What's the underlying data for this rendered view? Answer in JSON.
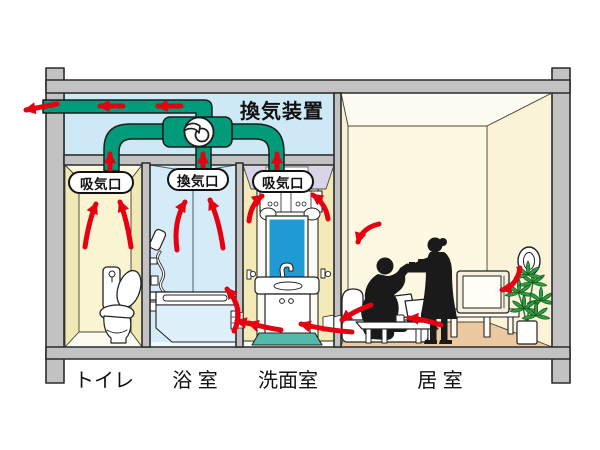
{
  "diagram": {
    "device_label": "換気装置",
    "vent_labels": {
      "toilet": "吸気口",
      "bathroom": "換気口",
      "washroom": "吸気口"
    },
    "room_labels": {
      "toilet": "トイレ",
      "bathroom": "浴 室",
      "washroom": "洗面室",
      "living": "居 室"
    }
  },
  "colors": {
    "duct_green": "#009b7b",
    "arrow_red": "#e50012",
    "attic_blue": "#cfe8f6",
    "frame_gray": "#c2c2c2",
    "toilet_wall_yellow": "#f0e9b5",
    "bathroom_blue": "#d5ebf8",
    "washroom_ceiling_lavender": "#d9d4e6",
    "door_yellow": "#f3eab8",
    "mirror_blue": "#1f9ad2",
    "mat_teal": "#52b9ab",
    "living_cream": "#fcf8e2",
    "floor_tan": "#edc9a1"
  },
  "icons": {
    "fan-icon": "pump circle with comma blade",
    "airflow-arrow-icon": "red directional arrow",
    "wall-vent-oval-icon": "oval wall grille"
  }
}
